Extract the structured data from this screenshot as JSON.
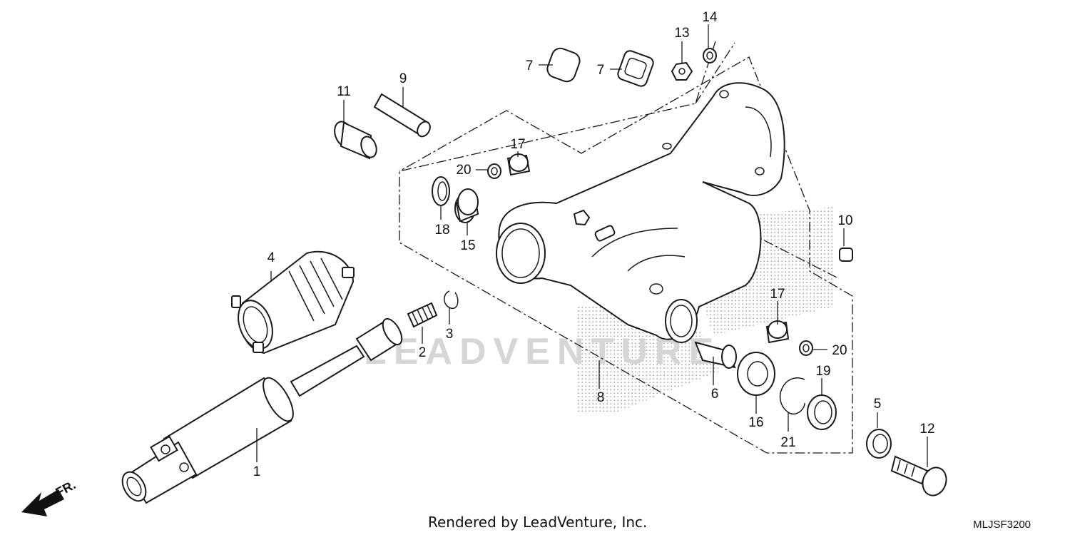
{
  "diagram": {
    "callouts": [
      "1",
      "2",
      "3",
      "4",
      "5",
      "6",
      "7",
      "7",
      "8",
      "9",
      "10",
      "11",
      "12",
      "13",
      "14",
      "15",
      "16",
      "17",
      "17",
      "18",
      "19",
      "20",
      "20",
      "21"
    ],
    "direction_label": "FR.",
    "watermark": "LEADVENTURE",
    "credit": "Rendered by LeadVenture, Inc.",
    "code": "MLJSF3200"
  }
}
